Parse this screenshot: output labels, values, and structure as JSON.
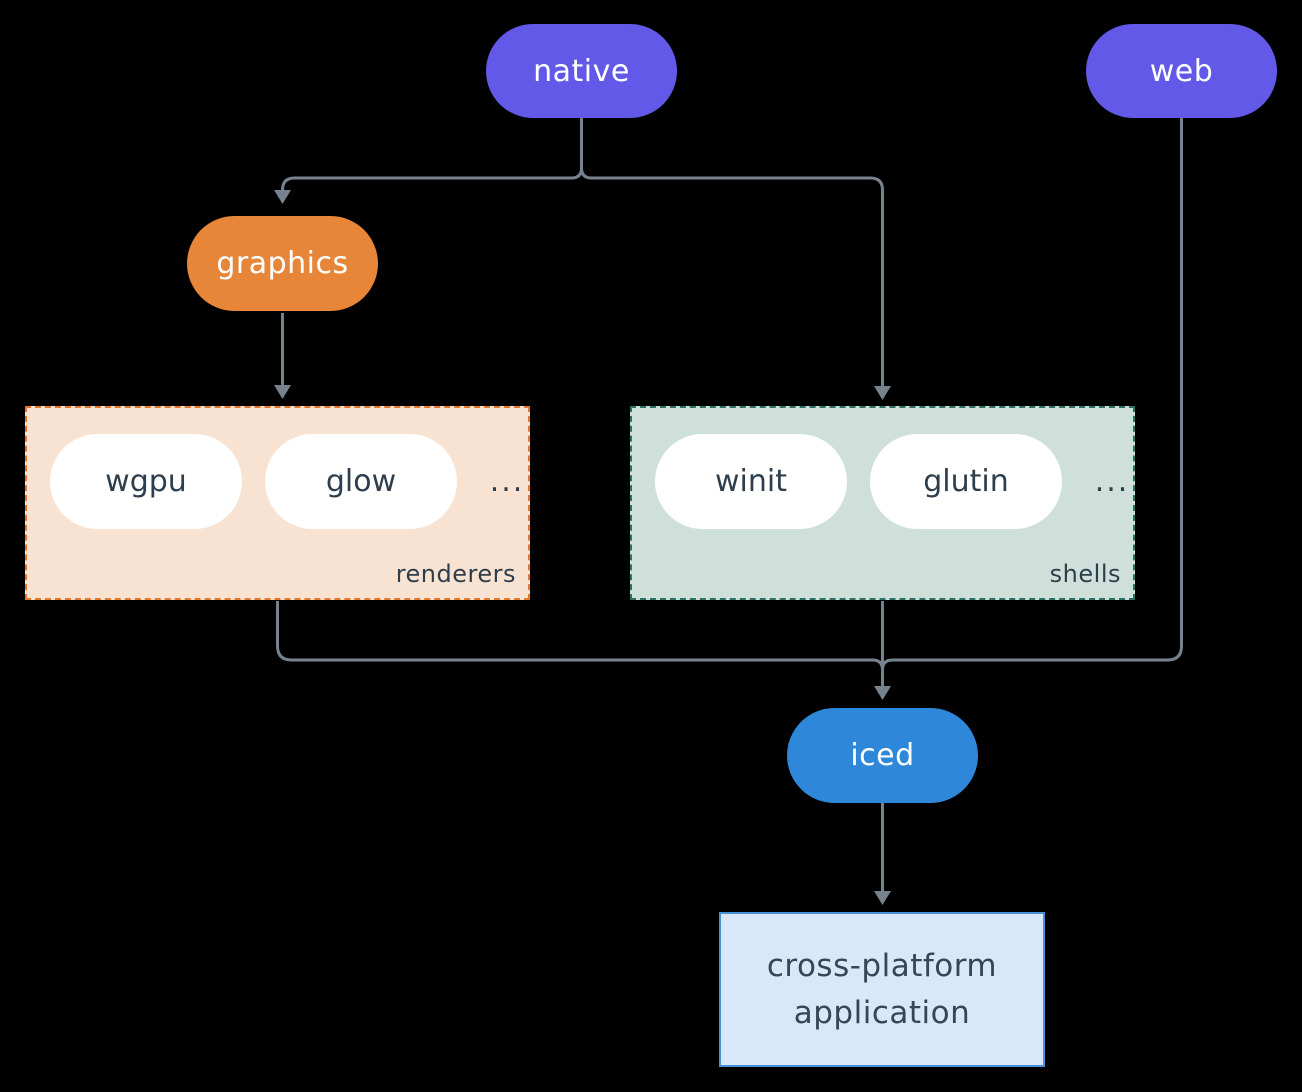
{
  "colors": {
    "background": "#000000",
    "edge": "#76838F",
    "node_purple": "#6359E9",
    "node_orange": "#E78638",
    "node_blue": "#2E87D8",
    "pill_bg": "#FFFFFF",
    "text_light": "#FFFFFF",
    "text_dark": "#2F3E4C",
    "renderers_bg": "#F8E3D3",
    "renderers_border": "#E8762A",
    "shells_bg": "#CFE0DA",
    "shells_border": "#2D7164",
    "app_bg": "#D8E8F8",
    "app_border": "#4791D8",
    "app_text": "#36465A"
  },
  "nodes": {
    "native": {
      "label": "native"
    },
    "web": {
      "label": "web"
    },
    "graphics": {
      "label": "graphics"
    },
    "iced": {
      "label": "iced"
    }
  },
  "groups": {
    "renderers": {
      "label": "renderers",
      "items": [
        "wgpu",
        "glow"
      ],
      "more": "..."
    },
    "shells": {
      "label": "shells",
      "items": [
        "winit",
        "glutin"
      ],
      "more": "..."
    }
  },
  "application": {
    "line1": "cross-platform",
    "line2": "application"
  },
  "edges": [
    {
      "from": "native",
      "to": "graphics"
    },
    {
      "from": "native",
      "to": "shells"
    },
    {
      "from": "graphics",
      "to": "renderers"
    },
    {
      "from": "renderers",
      "to": "iced"
    },
    {
      "from": "shells",
      "to": "iced"
    },
    {
      "from": "web",
      "to": "iced"
    },
    {
      "from": "iced",
      "to": "application"
    }
  ]
}
